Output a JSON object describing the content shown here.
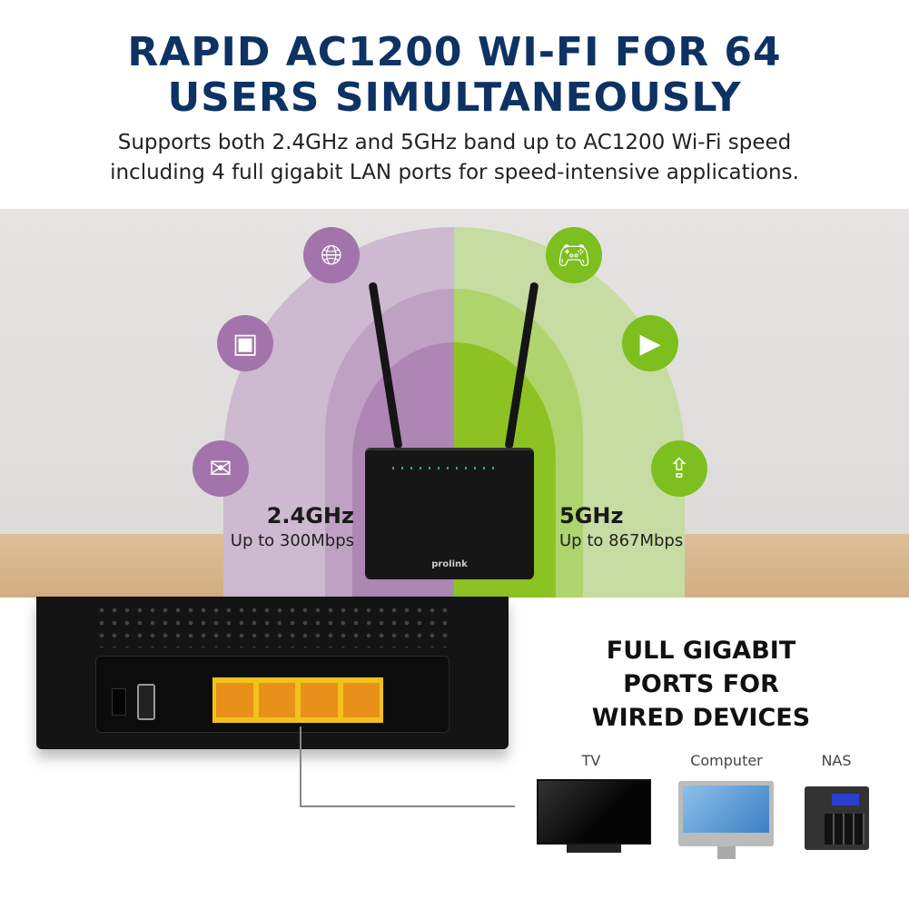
{
  "header": {
    "title_line1": "RAPID AC1200 WI-FI FOR 64",
    "title_line2": "USERS SIMULTANEOUSLY",
    "subtitle_line1": "Supports both 2.4GHz and 5GHz band up to AC1200 Wi-Fi speed",
    "subtitle_line2": "including 4 full gigabit LAN ports for speed-intensive applications."
  },
  "bands": {
    "left": {
      "label": "2.4GHz",
      "speed": "Up to 300Mbps",
      "color": "#a274ab",
      "icons": [
        "globe-icon",
        "pictures-icon",
        "mail-icon"
      ]
    },
    "right": {
      "label": "5GHz",
      "speed": "Up to 867Mbps",
      "color": "#7dbf1e",
      "icons": [
        "gamepad-icon",
        "video-icon",
        "folder-upload-icon"
      ]
    }
  },
  "router": {
    "brand": "prolink"
  },
  "wired": {
    "heading_line1": "FULL GIGABIT",
    "heading_line2": "PORTS FOR",
    "heading_line3": "WIRED DEVICES",
    "devices": [
      {
        "label": "TV"
      },
      {
        "label": "Computer"
      },
      {
        "label": "NAS"
      }
    ],
    "port_color": "#f2c21b"
  },
  "colors": {
    "title": "#0d3263"
  }
}
